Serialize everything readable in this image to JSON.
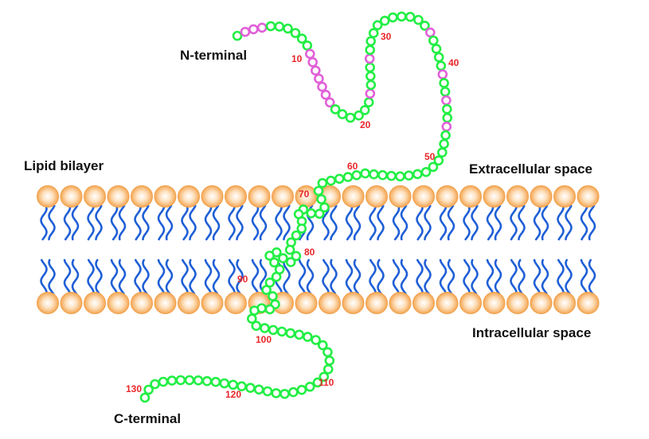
{
  "labels": {
    "n_terminal": "N-terminal",
    "c_terminal": "C-terminal",
    "lipid_bilayer": "Lipid bilayer",
    "extracellular": "Extracellular space",
    "intracellular": "Intracellular space"
  },
  "residue_numbers": [
    "10",
    "20",
    "30",
    "40",
    "50",
    "60",
    "70",
    "80",
    "90",
    "100",
    "110",
    "120",
    "130"
  ],
  "residue_count": 131,
  "highlighted_residues": [
    2,
    3,
    4,
    11,
    12,
    13,
    14,
    15,
    16,
    17,
    24,
    28,
    39,
    44,
    47,
    50
  ],
  "colors": {
    "residue_default": "#22ee44",
    "residue_highlight": "#e060d8",
    "lipid_head": "#f5a850",
    "lipid_tail": "#1f5fd6",
    "residue_number": "#e8262a"
  }
}
